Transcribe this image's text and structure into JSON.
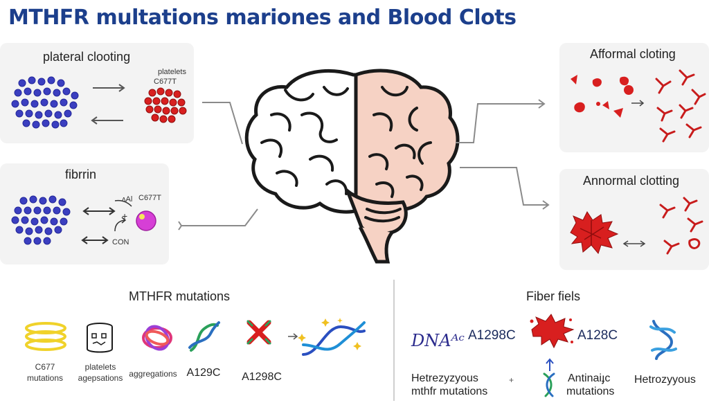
{
  "title": "MTHFR multations mariones and Blood Clots",
  "left_top": {
    "heading": "plateral clooting",
    "note_line1": "platelets",
    "note_line2": "C677T"
  },
  "left_bottom": {
    "heading": "fibrrin",
    "note_top": "ʌAl",
    "note_top2": "C677T",
    "plus": "+",
    "note_bottom": "CON"
  },
  "right_top": {
    "heading": "Afformal cloting"
  },
  "right_bottom": {
    "heading": "Annormal clotting"
  },
  "bottom_left": {
    "heading": "MTHFR mutations",
    "items": [
      {
        "line1": "C677",
        "line2": "mutations"
      },
      {
        "line1": "platelets",
        "line2": "agepsations"
      },
      {
        "line1": "aggregations",
        "line2": ""
      },
      {
        "line1": "A129C",
        "line2": ""
      },
      {
        "line1": "A1298C",
        "line2": ""
      }
    ]
  },
  "bottom_right": {
    "heading": "Fiber fiels",
    "dna_text": "DNAᴬᶜ",
    "code1": "A1298C",
    "code2": "A128C",
    "label1_line1": "Hetrezyzyous",
    "label1_line2": "mthfr mutations",
    "plus": "+",
    "label2_line1": "Antinaiɟc",
    "label2_line2": "mutations",
    "label3": "Hetrozyyous"
  },
  "colors": {
    "title": "#1c3f8c",
    "blue_cells": "#3b3fc0",
    "red_cells": "#d81f1f",
    "brain_pink": "#f6d2c4",
    "magenta": "#d63fd6"
  }
}
